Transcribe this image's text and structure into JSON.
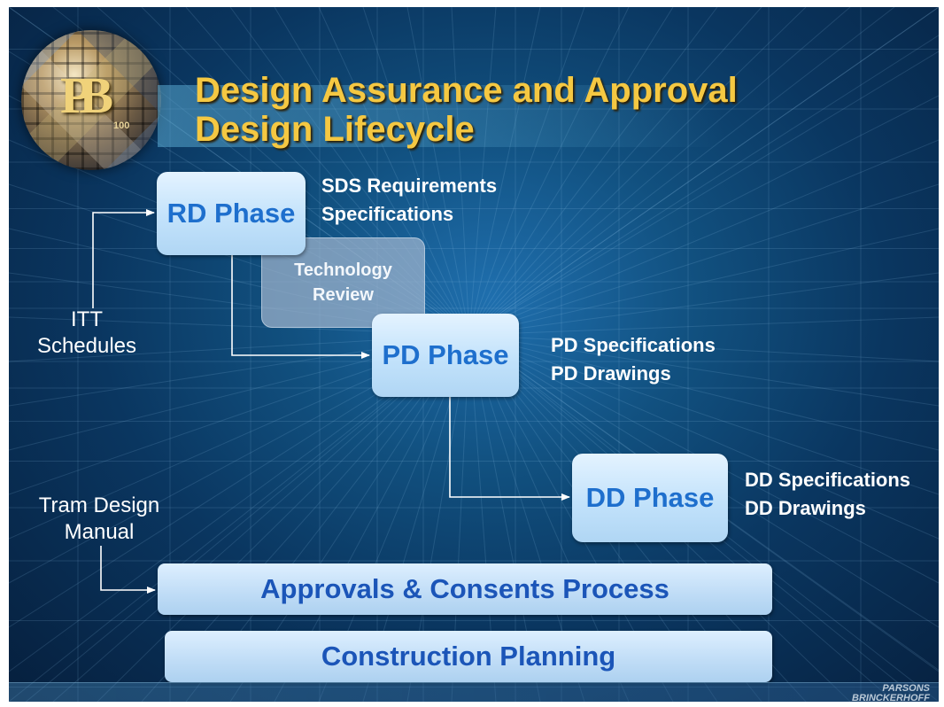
{
  "title": {
    "line1": "Design Assurance and Approval",
    "line2": "Design Lifecycle"
  },
  "logo": {
    "letters": "PB",
    "caption": "100"
  },
  "phases": {
    "rd": {
      "label": "RD Phase",
      "notes": [
        "SDS Requirements",
        "Specifications"
      ]
    },
    "pd": {
      "label": "PD Phase",
      "notes": [
        "PD Specifications",
        "PD Drawings"
      ]
    },
    "dd": {
      "label": "DD Phase",
      "notes": [
        "DD Specifications",
        "DD Drawings"
      ]
    }
  },
  "technology_review": {
    "line1": "Technology",
    "line2": "Review"
  },
  "inputs": {
    "itt": {
      "line1": "ITT",
      "line2": "Schedules"
    },
    "tram": {
      "line1": "Tram Design",
      "line2": "Manual"
    }
  },
  "bars": {
    "approvals": "Approvals & Consents Process",
    "construction": "Construction Planning"
  },
  "brand": {
    "line1": "PARSONS",
    "line2": "BRINCKERHOFF"
  },
  "colors": {
    "title": "#f5c842",
    "phase_text": "#1e6fcd",
    "box_fill": "#c2e2fb",
    "background": "#11507f",
    "connector": "#ffffff"
  }
}
